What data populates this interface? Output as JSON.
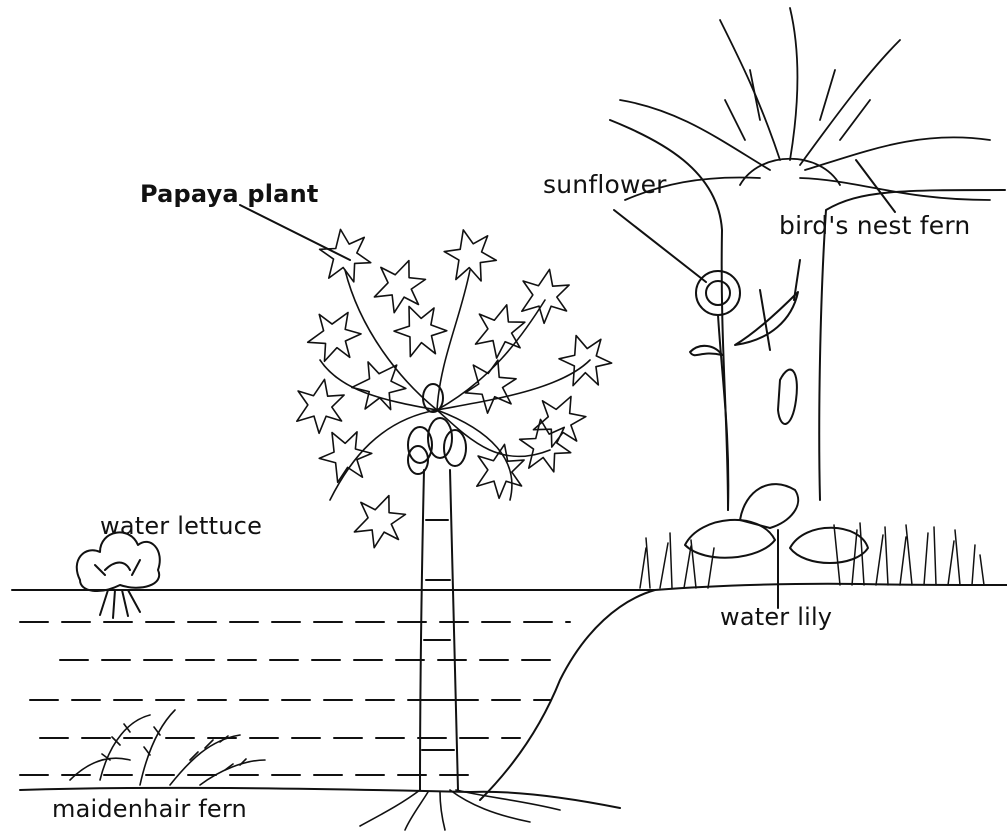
{
  "diagram": {
    "labels": {
      "papaya": "Papaya plant",
      "sunflower": "sunflower",
      "birds_nest_fern": "bird's nest fern",
      "water_lettuce": "water lettuce",
      "water_lily": "water lily",
      "maidenhair_fern": "maidenhair fern"
    }
  },
  "colors": {
    "ink": "#111111",
    "background": "#ffffff"
  }
}
